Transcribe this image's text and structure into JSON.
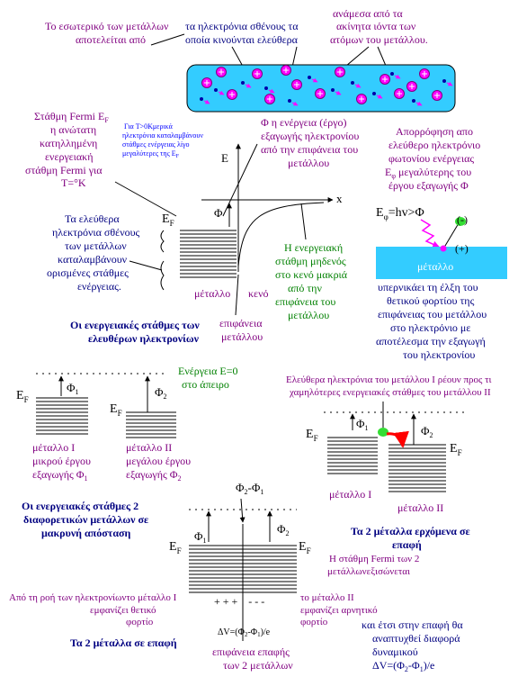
{
  "colors": {
    "purple": "#800080",
    "blue": "#0000ff",
    "green": "#008000",
    "red": "#ff0000",
    "navy": "#000080",
    "cyan": "#33ccff",
    "black": "#000000"
  },
  "top": {
    "intro_left": [
      "Το εσωτερικό των μετάλλων",
      "αποτελείται από"
    ],
    "intro_mid": [
      "τα ηλεκτρόνια σθένους τα",
      "οποία κινούνται ελεύθερα"
    ],
    "intro_right": [
      "ανάμεσα από τα",
      "ακίνητα ιόντα των",
      "ατόμων του μετάλλου."
    ]
  },
  "fermi": {
    "left_title": [
      "Στάθμη Fermi E",
      "η ανώτατη",
      "κατηλλημένη",
      "ενεργειακή",
      "στάθμη Fermi για",
      "T=°K"
    ],
    "left_title_sub": "F",
    "small_note": [
      "Για T>0Kμερικά",
      "ηλεκτρόνια καταλαμβάνουν",
      "στάθμες ενέργειας λίγο",
      "μεγαλύτερες της E"
    ],
    "small_note_sub": "F",
    "phi_def": [
      "Φ η ενέργεια (έργο)",
      "εξαγωγής ηλεκτρονίου",
      "από την επιφάνεια του",
      "μετάλλου"
    ],
    "axis_e": "E",
    "axis_x": "x",
    "ef_main": "E",
    "ef_sub": "F",
    "phi": "Φ",
    "left_desc": [
      "Τα ελεύθερα",
      "ηλεκτρόνια σθένους",
      "των μετάλλων",
      "καταλαμβάνουν",
      "ορισμένες στάθμες",
      "ενέργειας."
    ],
    "metal": "μέταλλο",
    "vacuum": "κενό",
    "surface": [
      "επιφάνεια",
      "μετάλλου"
    ],
    "zero_desc": [
      "Η ενεργειακή",
      "στάθμη μηδενός",
      "στο κενό μακριά",
      "από την",
      "επιφάνεια του",
      "μετάλλου"
    ],
    "caption": [
      "Οι ενεργειακές στάθμες των",
      "ελευθέρων ηλεκτρονίων"
    ]
  },
  "photo": {
    "desc": [
      "Απορρόφηση απο",
      "ελεύθερο ηλεκτρόνιο",
      "φωτονίου ενέργειας",
      "E",
      "μεγαλύτερης του",
      "έργου εξαγωγής Φ"
    ],
    "e_sub": "φ",
    "formula": "E",
    "formula_rest": "=hv>Φ",
    "minus": "(-)",
    "plus": "(+)",
    "metal": "μέταλλο",
    "desc2": [
      "υπερνικάει τη έλξη του",
      "θετικού φορτίου της",
      "επιφάνειας του μετάλλου",
      "στο ηλεκτρόνιο με",
      "αποτέλεσμα την εξαγωγή",
      "του ηλεκτρονίου"
    ]
  },
  "two_far": {
    "energy0": [
      "Ενέργεια Ε=0",
      "στο άπειρο"
    ],
    "ef": "E",
    "ef_sub": "F",
    "phi1": "Φ",
    "phi1_sub": "1",
    "phi2": "Φ",
    "phi2_sub": "2",
    "metal1": [
      "μέταλλο Ι",
      "μικρού έργου",
      "εξαγωγής Φ"
    ],
    "metal1_sub": "1",
    "metal2": [
      "μέταλλο ΙΙ",
      "μεγάλου έργου",
      "εξαγωγής Φ"
    ],
    "metal2_sub": "2",
    "caption": [
      "Οι ενεργειακές στάθμες 2",
      "διαφορετικών μετάλλων σε",
      "μακρυνή απόσταση"
    ]
  },
  "two_flow": {
    "note": [
      "Ελεύθερα ηλεκτρόνια του μετάλλου Ι ρέουν προς τι",
      "χαμηλότερες ενεργειακές στάθμες του μετάλλου ΙΙ"
    ],
    "ef": "E",
    "ef_sub": "F",
    "phi1": "Φ",
    "phi1_sub": "1",
    "phi2": "Φ",
    "phi2_sub": "2",
    "metal1": "μέταλλο Ι",
    "metal2": "μέταλλο ΙΙ",
    "caption": [
      "Τα 2 μέταλλα ερχόμενα σε",
      "επαφή"
    ]
  },
  "contact": {
    "diff_label": "Φ",
    "diff_sub1": "2",
    "diff_mid": "-Φ",
    "diff_sub2": "1",
    "ef": "E",
    "ef_sub": "F",
    "phi1": "Φ",
    "phi1_sub": "1",
    "phi2": "Φ",
    "phi2_sub": "2",
    "fermi_eq": [
      "Η στάθμη Fermi των 2",
      "μετάλλωνεξισώνεται"
    ],
    "left_charge": [
      "Από τη ροή των ηλεκτρονίωντο μέταλλο Ι",
      "εμφανίζει θετικό",
      "φορτίο"
    ],
    "right_charge": [
      "το μέταλλο ΙΙ",
      "εμφανίζει αρνητικό",
      "φορτίο"
    ],
    "signs": "+ + +    - - -",
    "dv": "ΔV=(Φ",
    "dv_sub2": "2",
    "dv_mid": "-Φ",
    "dv_sub1": "1",
    "dv_end": ")/e",
    "surface": [
      "επιφάνεια επαφής",
      "των 2 μετάλλων"
    ],
    "caption": "Τα 2 μέταλλα σε επαφή",
    "final": [
      "και έτσι στην επαφή θα",
      "αναπτυχθεί διαφορά",
      "δυναμικού"
    ],
    "final_dv": "ΔV=(Φ",
    "final_sub2": "2",
    "final_mid": "-Φ",
    "final_sub1": "1",
    "final_end": ")/e"
  }
}
